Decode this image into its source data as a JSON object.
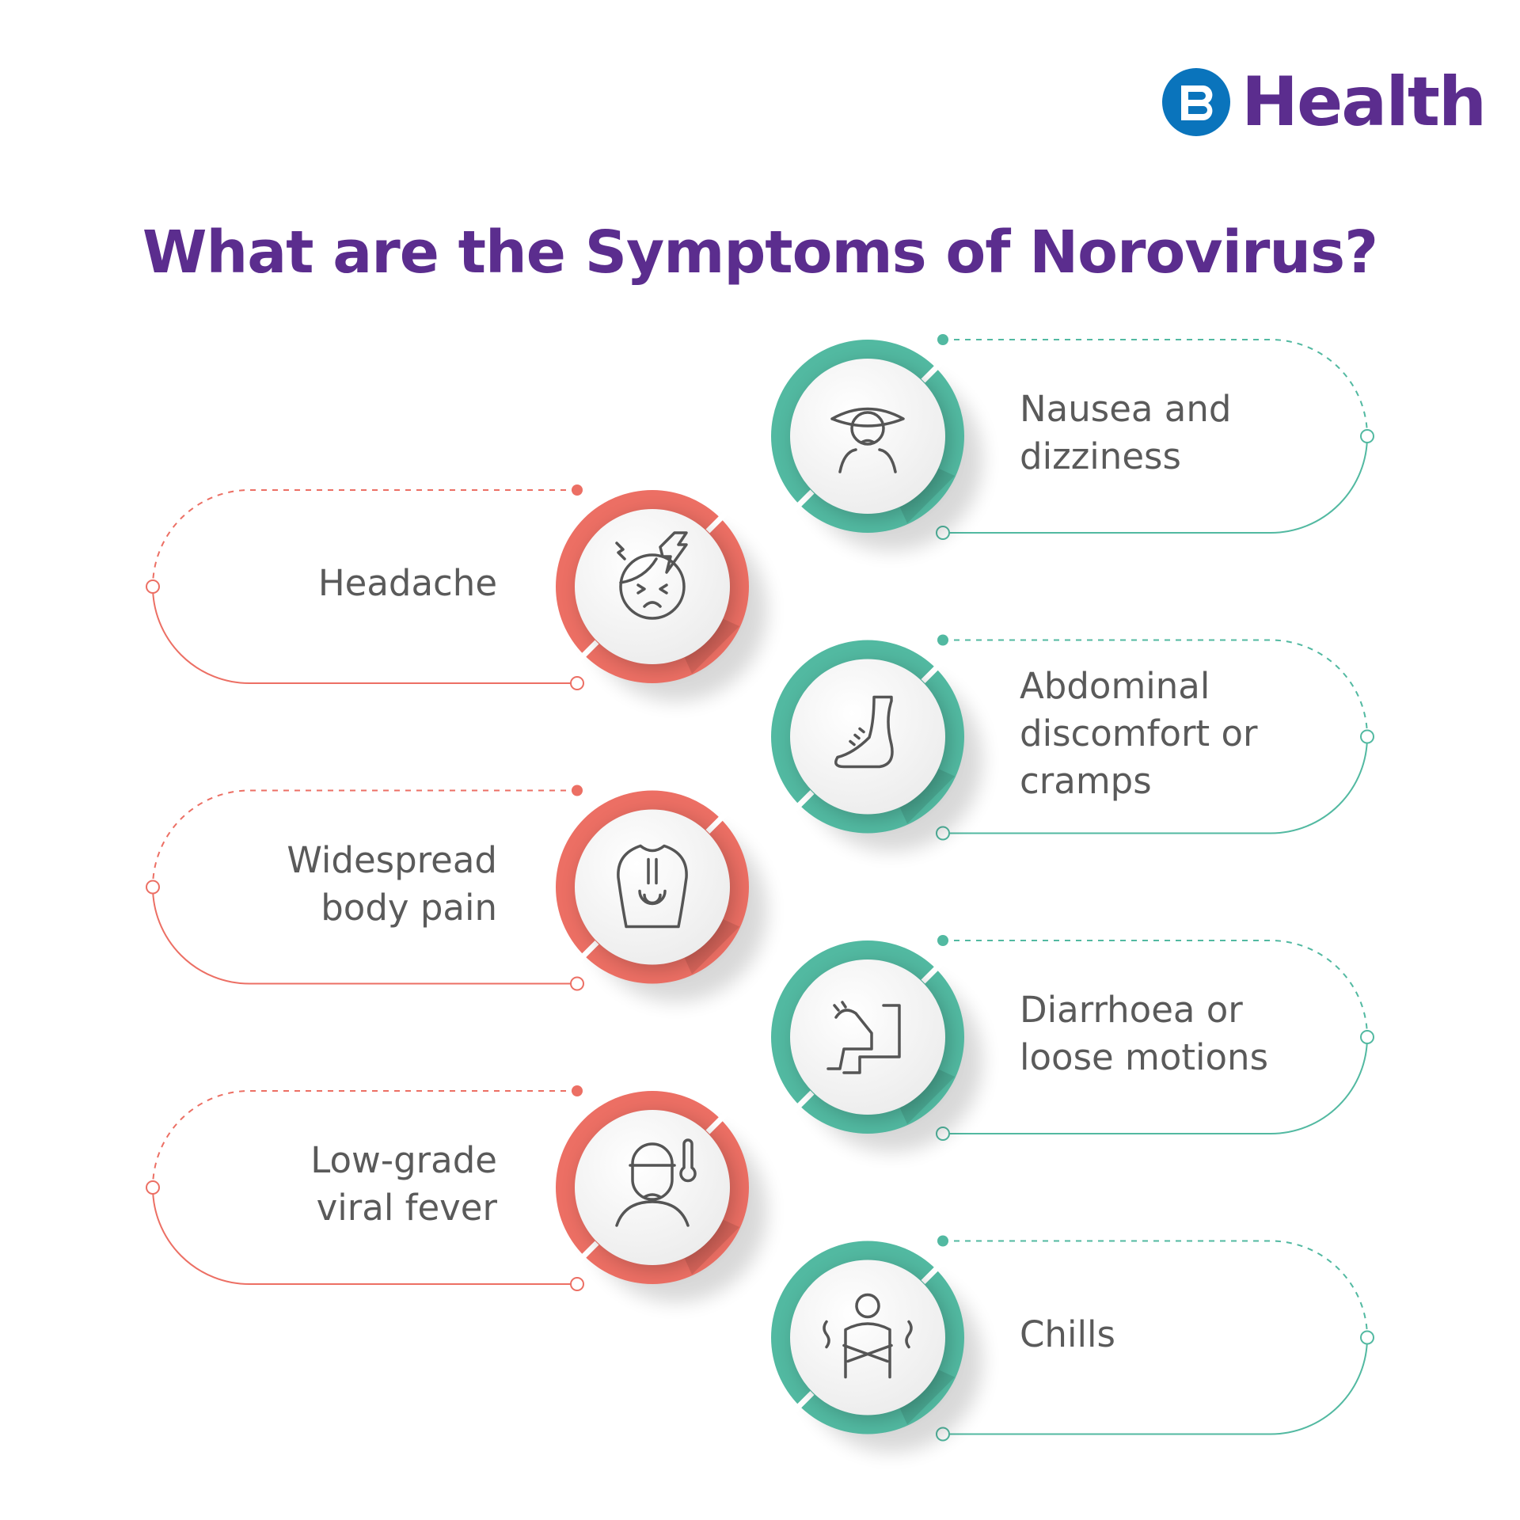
{
  "brand": {
    "name": "Health",
    "mark_letter": "B",
    "blue": "#0a74bc",
    "purple": "#5b2d8e"
  },
  "title": "What are the Symptoms of Norovirus?",
  "colors": {
    "teal": "#52b9a1",
    "red": "#ec6f64",
    "text": "#5a5a5a"
  },
  "symptoms": [
    {
      "side": "right",
      "icon": "dizzy-person-icon",
      "lines": [
        "Nausea and",
        "dizziness"
      ]
    },
    {
      "side": "left",
      "icon": "headache-face-icon",
      "lines": [
        "Headache"
      ]
    },
    {
      "side": "right",
      "icon": "foot-cramp-icon",
      "lines": [
        "Abdominal",
        "discomfort or",
        "cramps"
      ]
    },
    {
      "side": "left",
      "icon": "back-pain-icon",
      "lines": [
        "Widespread",
        "body pain"
      ]
    },
    {
      "side": "right",
      "icon": "toilet-icon",
      "lines": [
        "Diarrhoea or",
        "loose motions"
      ]
    },
    {
      "side": "left",
      "icon": "fever-thermometer-icon",
      "lines": [
        "Low-grade",
        "viral fever"
      ]
    },
    {
      "side": "right",
      "icon": "shivering-person-icon",
      "lines": [
        "Chills"
      ]
    }
  ]
}
